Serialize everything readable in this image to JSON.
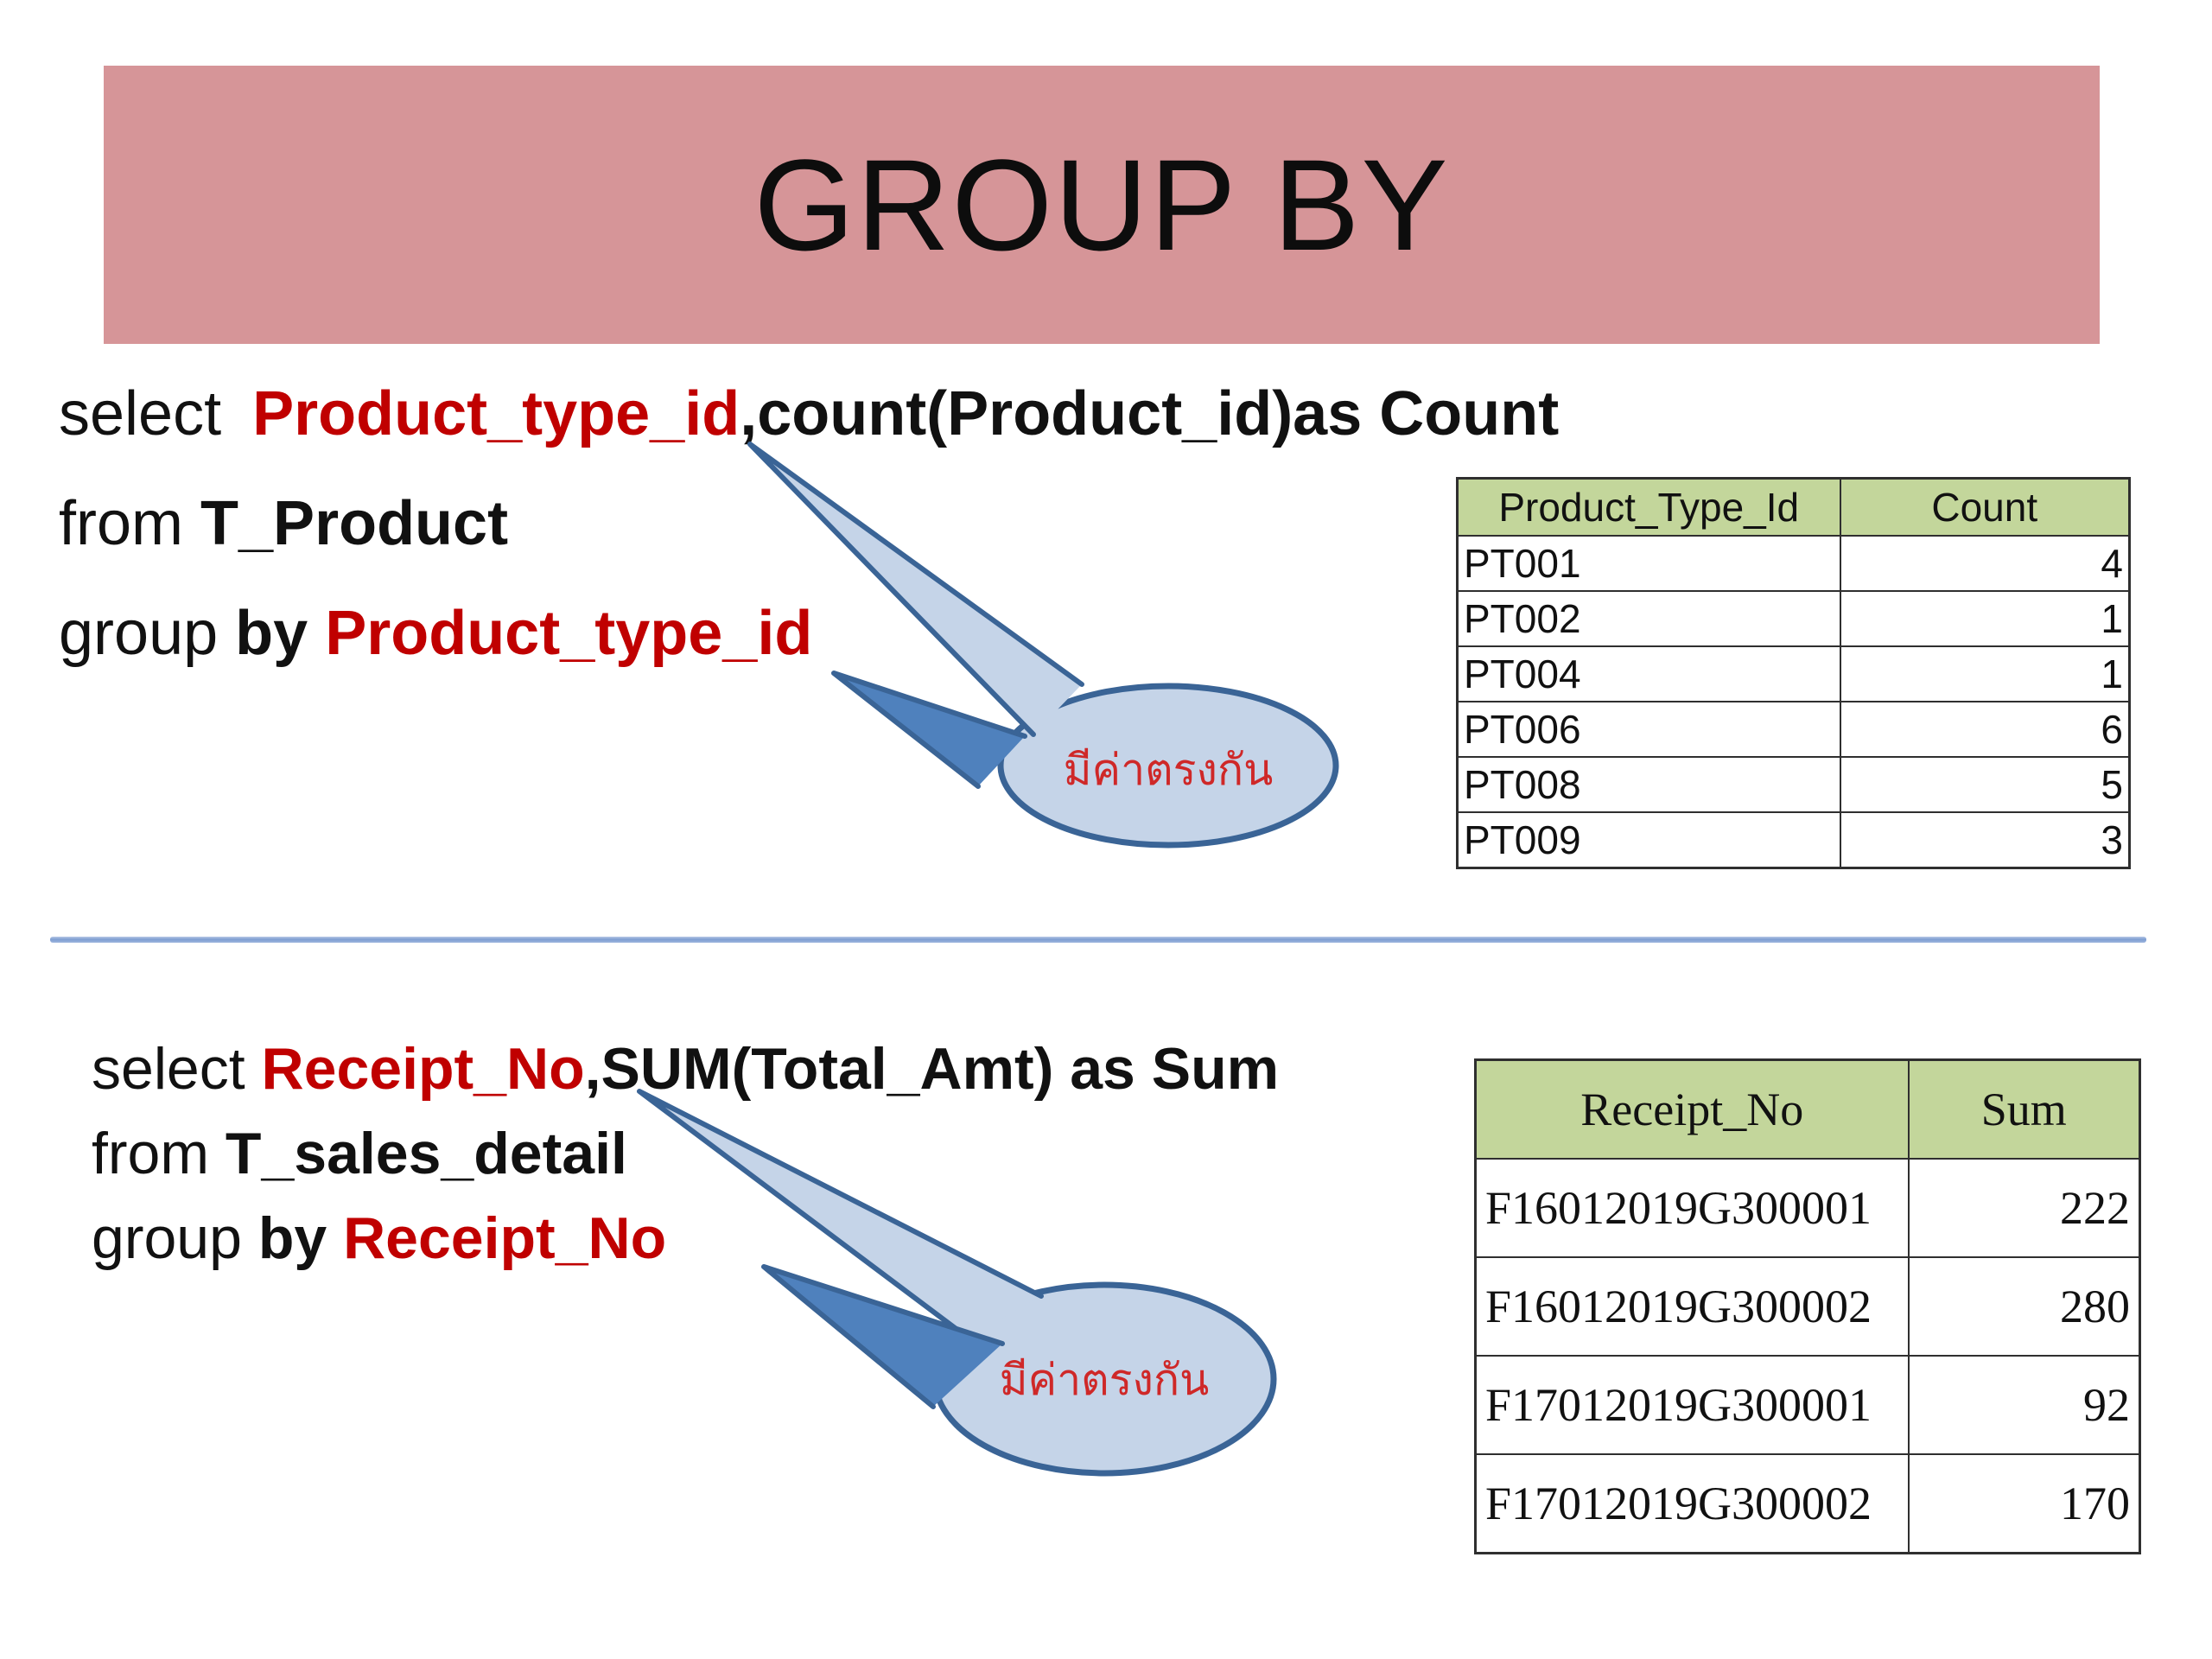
{
  "slide": {
    "title": "GROUP BY"
  },
  "colors": {
    "banner_bg": "#d69598",
    "table_header_bg": "#c3d69b",
    "sql_red": "#c00000",
    "callout_fill": "#c5d4e8",
    "callout_stroke": "#3a6496",
    "callout_dark_tail": "#4f81bd",
    "callout_text_red": "#cf2828",
    "divider_blue": "#7e9ed2"
  },
  "sql_query_1": {
    "line1": {
      "keyword": "select ",
      "column": "Product_type_id",
      "rest": ",count(Product_id)as Count"
    },
    "line2": {
      "keyword": "from ",
      "table": "T_Product"
    },
    "line3": {
      "keyword": "group ",
      "by": "by ",
      "column": "Product_type_id"
    }
  },
  "result_table_1": {
    "headers": [
      "Product_Type_Id",
      "Count"
    ],
    "rows": [
      [
        "PT001",
        "4"
      ],
      [
        "PT002",
        "1"
      ],
      [
        "PT004",
        "1"
      ],
      [
        "PT006",
        "6"
      ],
      [
        "PT008",
        "5"
      ],
      [
        "PT009",
        "3"
      ]
    ]
  },
  "callout_1": {
    "label": "มีค่าตรงกัน"
  },
  "sql_query_2": {
    "line1": {
      "keyword": "select ",
      "column": "Receipt_No",
      "rest": ",SUM(Total_Amt) as Sum"
    },
    "line2": {
      "keyword": "from ",
      "table": "T_sales_detail"
    },
    "line3": {
      "keyword": "group ",
      "by": "by ",
      "column": "Receipt_No"
    }
  },
  "result_table_2": {
    "headers": [
      "Receipt_No",
      "Sum"
    ],
    "rows": [
      [
        "F16012019G300001",
        "222"
      ],
      [
        "F16012019G300002",
        "280"
      ],
      [
        "F17012019G300001",
        "92"
      ],
      [
        "F17012019G300002",
        "170"
      ]
    ]
  },
  "callout_2": {
    "label": "มีค่าตรงกัน"
  }
}
